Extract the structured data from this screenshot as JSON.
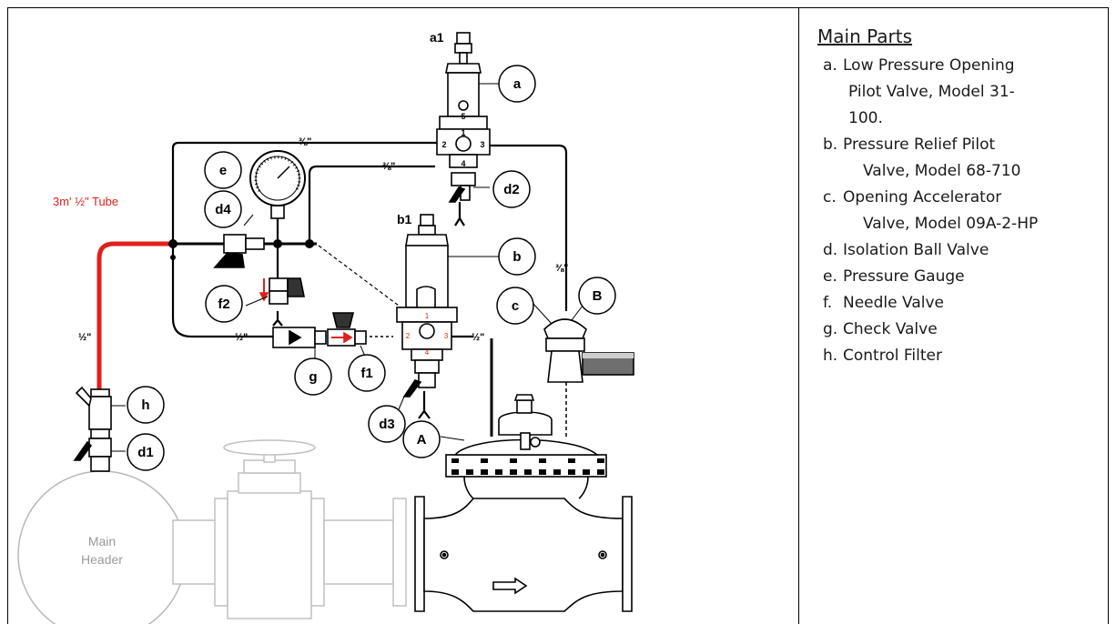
{
  "panel": {
    "title": "Main Parts",
    "items": [
      {
        "letter": "a.",
        "lines": [
          "Low Pressure Opening",
          "Pilot Valve, Model 31-",
          "100."
        ]
      },
      {
        "letter": "b.",
        "lines": [
          "Pressure Relief Pilot",
          "Valve, Model 68-710"
        ]
      },
      {
        "letter": "c.",
        "lines": [
          "Opening Accelerator",
          "Valve, Model 09A-2-HP"
        ]
      },
      {
        "letter": "d.",
        "lines": [
          "Isolation Ball Valve"
        ]
      },
      {
        "letter": "e.",
        "lines": [
          "Pressure Gauge"
        ]
      },
      {
        "letter": "f.",
        "lines": [
          "Needle Valve"
        ]
      },
      {
        "letter": "g.",
        "lines": [
          "Check Valve"
        ]
      },
      {
        "letter": "h.",
        "lines": [
          "Control Filter"
        ]
      }
    ]
  },
  "diagram": {
    "callouts": {
      "a": "a",
      "b": "b",
      "c": "c",
      "B": "B",
      "A": "A",
      "d1": "d1",
      "d2": "d2",
      "d3": "d3",
      "d4": "d4",
      "e": "e",
      "f1": "f1",
      "f2": "f2",
      "g": "g",
      "h": "h"
    },
    "top_labels": {
      "a1": "a1",
      "b1": "b1"
    },
    "ports_a": {
      "p1": "1",
      "p2": "2",
      "p3": "3",
      "p4": "4",
      "p5": "5"
    },
    "ports_b": {
      "p1": "1",
      "p2": "2",
      "p3": "3",
      "p4": "4"
    },
    "tube_label": "3m' ½\" Tube",
    "size_labels": {
      "top_tube": "⅜\"",
      "mid_tube": "⅜\"",
      "right_tube": "⅜\"",
      "bottom_left": "½\"",
      "bottom_right": "½\"",
      "vertical": "½\""
    },
    "main_header_lines": [
      "Main",
      "Header"
    ],
    "colors": {
      "red": "#e0201c",
      "line": "#000000",
      "gray": "#c8c8c8"
    }
  }
}
